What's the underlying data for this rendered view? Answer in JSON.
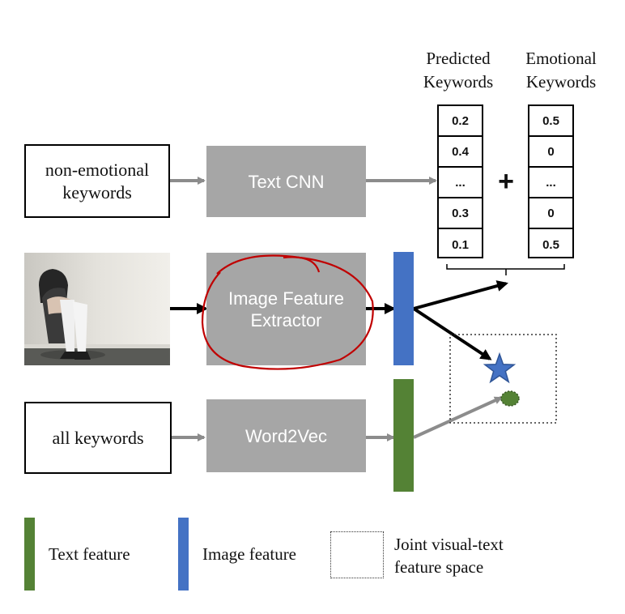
{
  "inputs": {
    "non_emotional": "non-emotional keywords",
    "all_keywords": "all keywords"
  },
  "modules": {
    "text_cnn": "Text CNN",
    "image_extractor": "Image Feature Extractor",
    "word2vec": "Word2Vec"
  },
  "vectors": {
    "predicted_header": "Predicted Keywords",
    "emotional_header": "Emotional Keywords",
    "plus": "+",
    "predicted": [
      "0.2",
      "0.4",
      "...",
      "0.3",
      "0.1"
    ],
    "emotional": [
      "0.5",
      "0",
      "...",
      "0",
      "0.5"
    ]
  },
  "legend": {
    "text_feature": "Text feature",
    "image_feature": "Image feature",
    "joint_space": "Joint visual-text feature space"
  },
  "colors": {
    "text_feature": "#548235",
    "image_feature": "#4472c4",
    "module_fill": "#a6a6a6",
    "annotation": "#c00000",
    "gray_arrow": "#8c8c8c"
  },
  "icons": {
    "image_point": "star-icon",
    "text_point": "ellipse-icon",
    "input_image": "sad-person-photo"
  }
}
